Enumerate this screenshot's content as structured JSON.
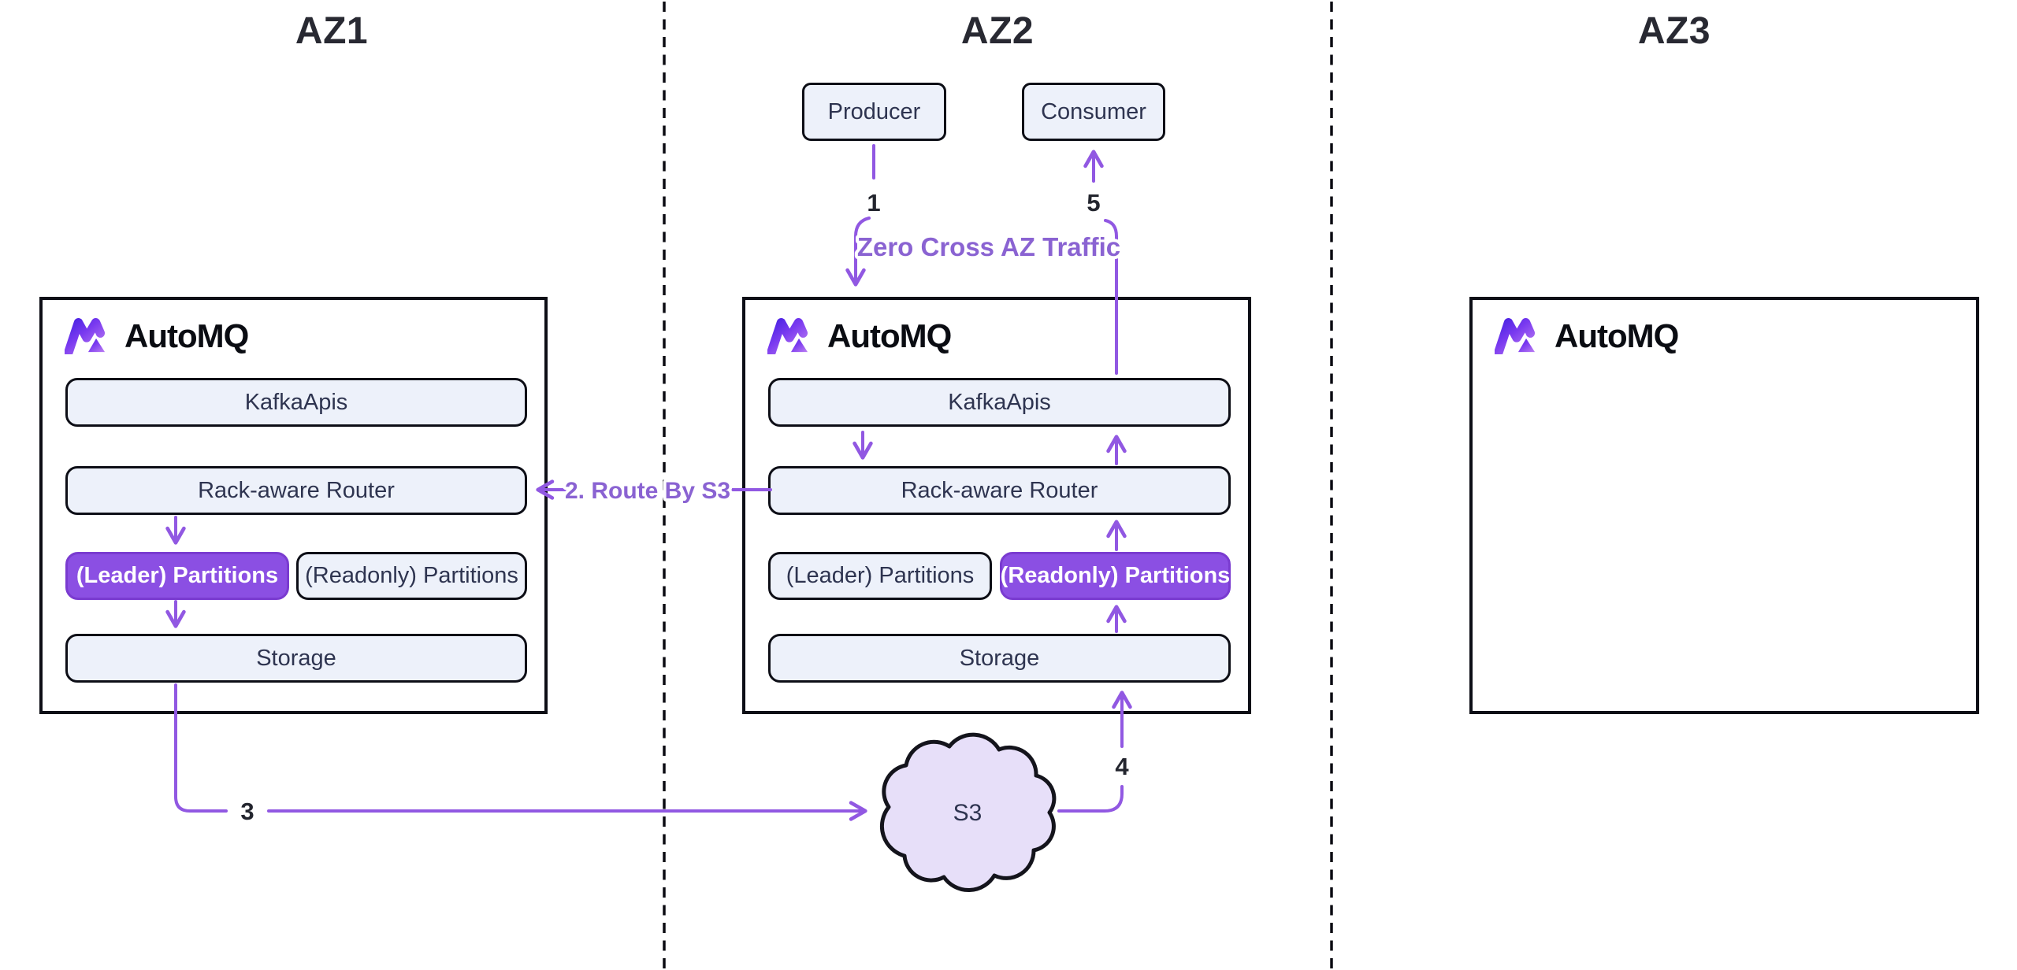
{
  "colors": {
    "edge_purple": "#9158E2",
    "label_purple": "#8A63D2",
    "partition_purple": "#8B4FE3",
    "node_fill": "#EDF1FA",
    "node_border": "#0D0E16",
    "cloud_fill": "#E7DFF9",
    "text_dark": "#2E3450",
    "title_color": "#282932",
    "logo_gradient_start": "#4B23E3",
    "logo_gradient_end": "#B678F2"
  },
  "zones": {
    "az1": {
      "title": "AZ1",
      "components": {
        "kafka_apis": "KafkaApis",
        "router": "Rack-aware Router",
        "leader_partitions": "(Leader) Partitions",
        "readonly_partitions": "(Readonly) Partitions",
        "storage": "Storage"
      }
    },
    "az2": {
      "title": "AZ2",
      "components": {
        "kafka_apis": "KafkaApis",
        "router": "Rack-aware Router",
        "leader_partitions": "(Leader) Partitions",
        "readonly_partitions": "(Readonly) Partitions",
        "storage": "Storage"
      }
    },
    "az3": {
      "title": "AZ3"
    }
  },
  "logo": {
    "wordmark": "AutoMQ"
  },
  "clients": {
    "producer": "Producer",
    "consumer": "Consumer"
  },
  "cloud": {
    "label": "S3"
  },
  "edges": {
    "step1": "1",
    "step2": "2. Route By S3",
    "step3": "3",
    "step4": "4",
    "step5": "5",
    "zero_cross": "Zero Cross AZ Traffic"
  }
}
